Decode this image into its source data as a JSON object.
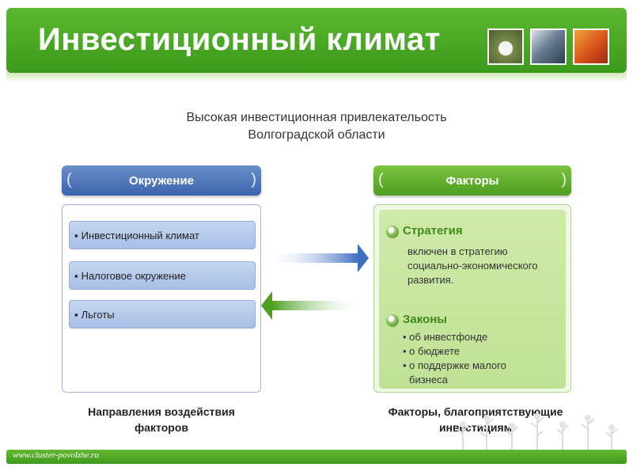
{
  "header": {
    "title": "Инвестиционный климат",
    "thumbnails": [
      "cotton-photo",
      "industry-photo",
      "flags-photo"
    ]
  },
  "subtitle": {
    "line1": "Высокая инвестиционная привлекательость",
    "line2": "Волгоградской области"
  },
  "left": {
    "tab_label": "Окружение",
    "items": [
      "Инвестиционный климат",
      "Налоговое окружение",
      "Льготы"
    ],
    "caption_line1": "Направления воздействия",
    "caption_line2": "факторов"
  },
  "right": {
    "tab_label": "Факторы",
    "strategy_title": "Стратегия",
    "strategy_lines": [
      "включен в стратегию",
      "социально-экономического",
      "развития."
    ],
    "laws_title": "Законы",
    "laws_lines": [
      "• об инвестфонде",
      "• о бюджете",
      "• о поддержке малого",
      "бизнеса"
    ],
    "caption_line1": "Факторы, благоприятствующие",
    "caption_line2": "инвестициям"
  },
  "footer": {
    "url": "www.cluster-povolzhe.ru"
  },
  "colors": {
    "header_green": "#4caa24",
    "tab_blue": "#3a64ad",
    "tab_green": "#5aaa28",
    "item_blue": "#b8cdec",
    "panel_green": "#c8e6a0"
  }
}
